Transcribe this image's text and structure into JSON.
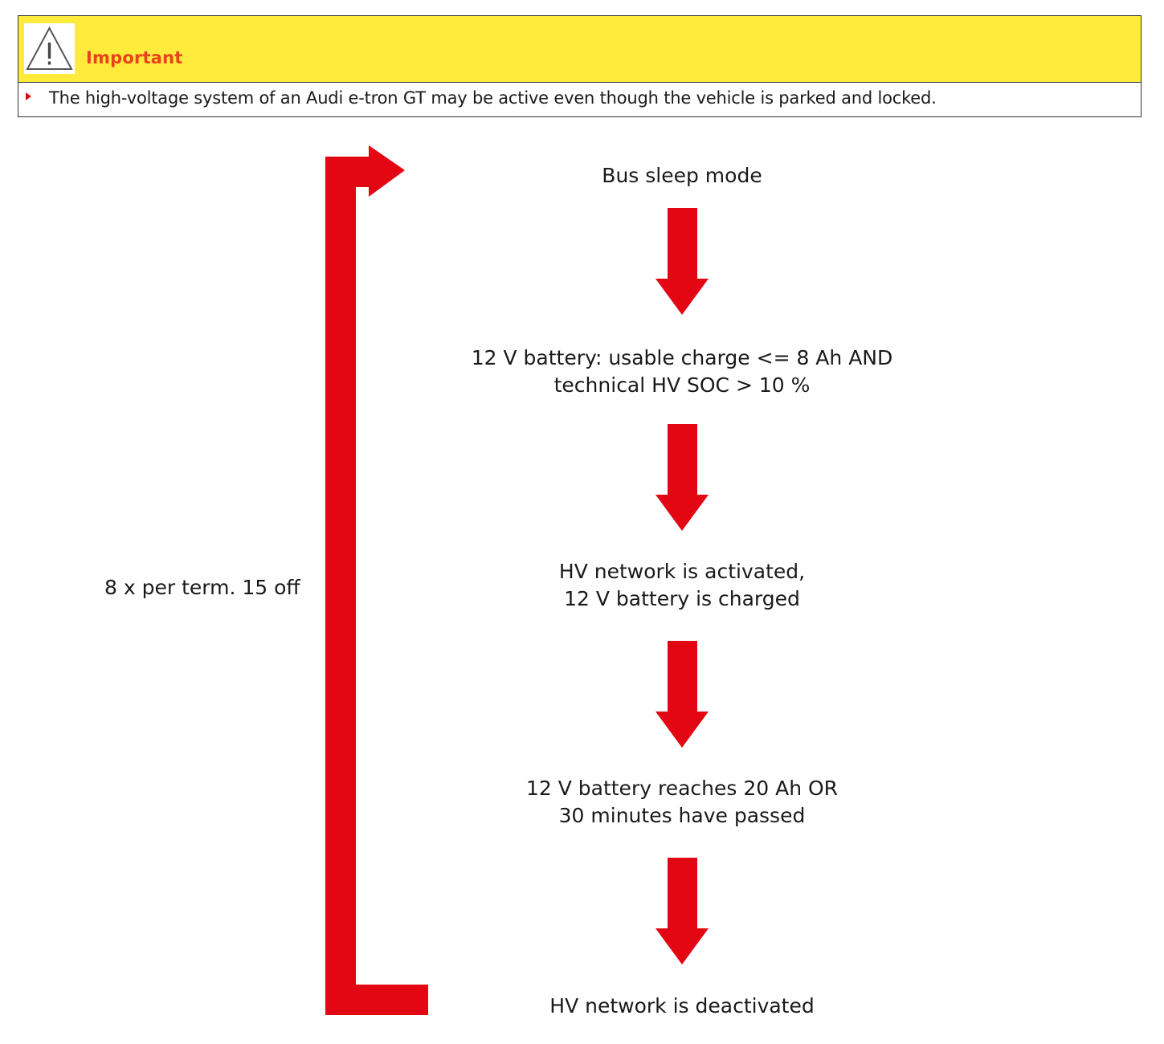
{
  "notice": {
    "title": "Important",
    "icon": "warning-triangle-icon",
    "text": "The high-voltage system of an Audi e-tron GT may be active even though the vehicle is parked and locked."
  },
  "colors": {
    "header_bg": "#ffeb3b",
    "title": "#e8431c",
    "arrow": "#e30613",
    "text": "#1a1a1a"
  },
  "flow": {
    "steps": [
      {
        "lines": [
          "Bus sleep mode"
        ]
      },
      {
        "lines": [
          "12 V battery: usable charge <= 8 Ah AND",
          "technical HV SOC > 10 %"
        ]
      },
      {
        "lines": [
          "HV network is activated,",
          "12 V battery is charged"
        ]
      },
      {
        "lines": [
          "12 V battery reaches 20 Ah OR",
          "30 minutes have passed"
        ]
      },
      {
        "lines": [
          "HV network is deactivated"
        ]
      }
    ],
    "loop_label": "8 x per term. 15 off"
  }
}
